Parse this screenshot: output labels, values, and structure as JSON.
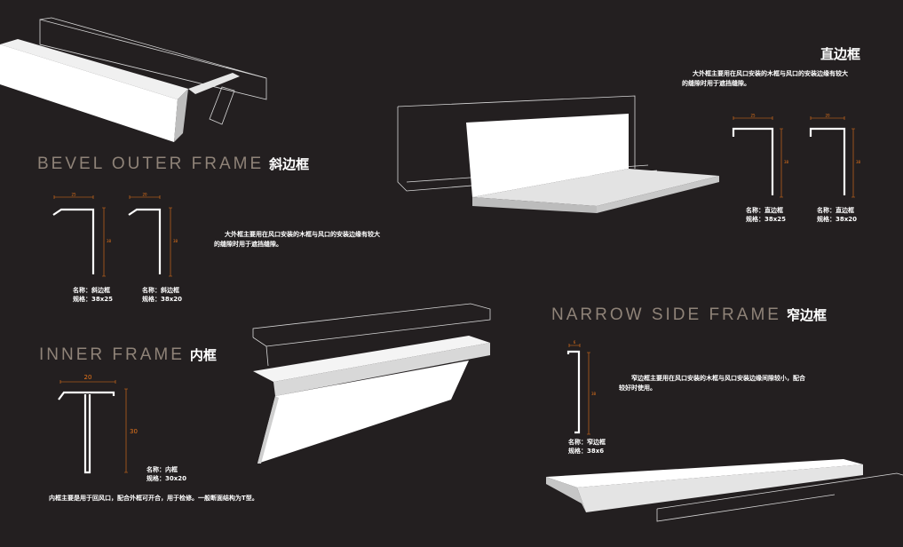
{
  "sections": {
    "bevel": {
      "title_en": "BEVEL OUTER FRAME",
      "title_cn": "斜边框",
      "desc_line1": "大外框主要用在风口安装的木框与风口的安装边缘有较大",
      "desc_line2": "的缝隙时用于遮挡缝隙。",
      "specs": [
        {
          "name": "名称：斜边框",
          "size": "规格：38x25",
          "w": "25",
          "h": "38"
        },
        {
          "name": "名称：斜边框",
          "size": "规格：38x20",
          "w": "20",
          "h": "38"
        }
      ]
    },
    "straight": {
      "title_cn": "直边框",
      "desc_line1": "大外框主要用在风口安装的木框与风口的安装边缘有较大",
      "desc_line2": "的缝隙时用于遮挡缝隙。",
      "specs": [
        {
          "name": "名称：直边框",
          "size": "规格：38x25",
          "w": "25",
          "h": "38"
        },
        {
          "name": "名称：直边框",
          "size": "规格：38x20",
          "w": "20",
          "h": "38"
        }
      ]
    },
    "inner": {
      "title_en": "INNER FRAME",
      "title_cn": "内框",
      "dim_w": "20",
      "dim_h": "30",
      "spec_name": "名称：内框",
      "spec_size": "规格：30x20",
      "desc": "内框主要是用于回风口，配合外框可开合，用于检修。一般断面结构为T型。"
    },
    "narrow": {
      "title_en": "NARROW SIDE FRAME",
      "title_cn": "窄边框",
      "dim_w": "6",
      "dim_h": "38",
      "desc_line1": "窄边框主要用在风口安装的木框与风口安装边缘间隙较小，配合",
      "desc_line2": "较好时使用。",
      "spec_name": "名称：窄边框",
      "spec_size": "规格：38x6"
    }
  }
}
